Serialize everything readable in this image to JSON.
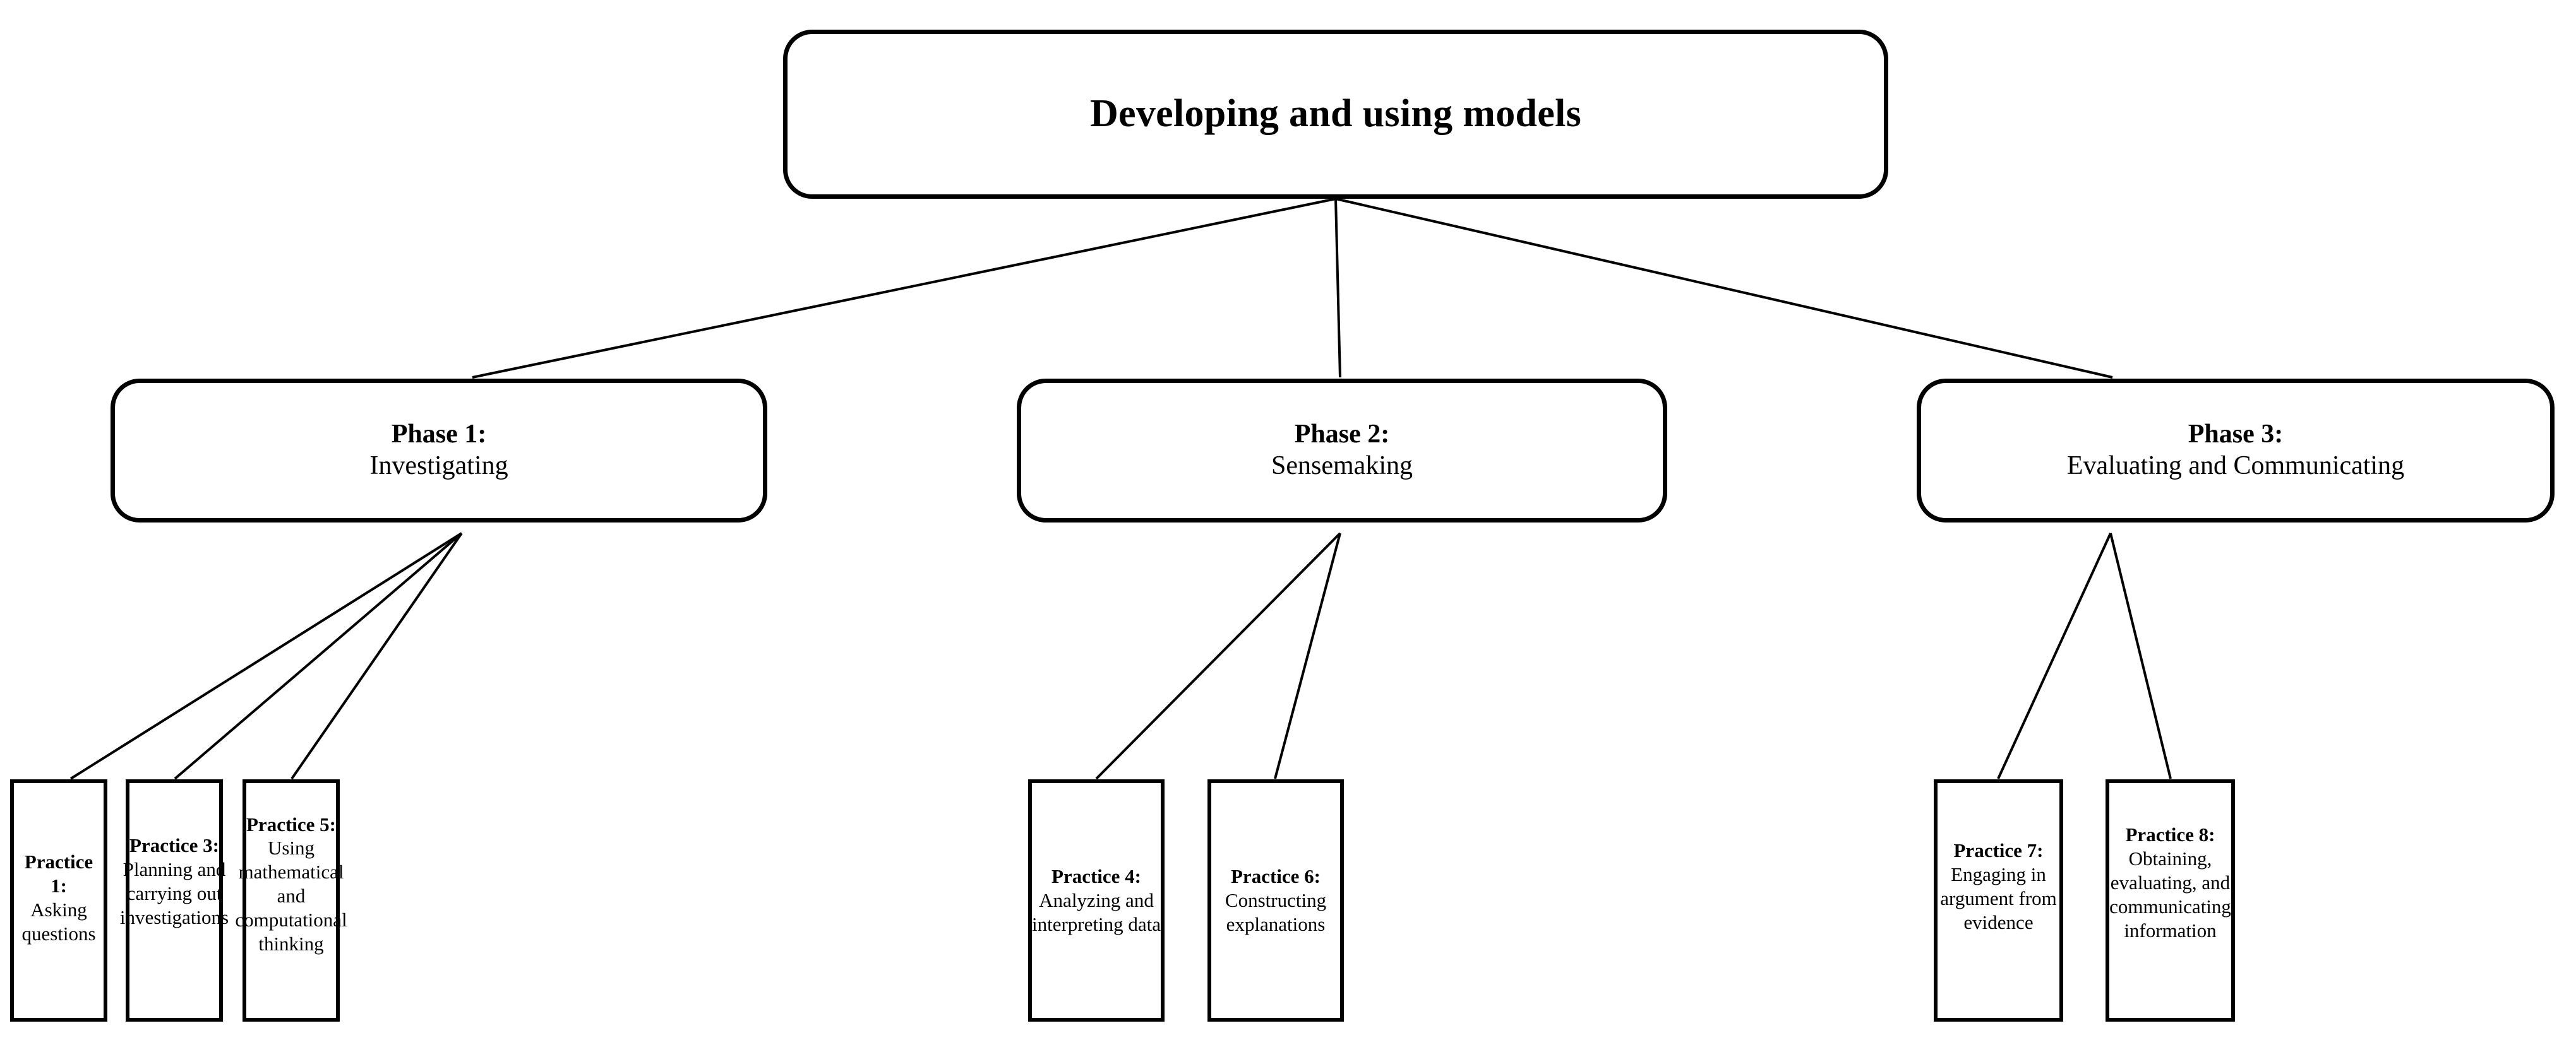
{
  "diagram": {
    "root": {
      "label": "Developing and using models"
    },
    "phases": [
      {
        "title": "Phase 1:",
        "subtitle": "Investigating"
      },
      {
        "title": "Phase 2:",
        "subtitle": "Sensemaking"
      },
      {
        "title": "Phase 3:",
        "subtitle": "Evaluating and Communicating"
      }
    ],
    "practices": [
      {
        "title": "Practice 1:",
        "lines": [
          "Asking",
          "questions"
        ]
      },
      {
        "title": "Practice 3:",
        "lines": [
          "Planning and",
          "carrying out",
          "investigations"
        ]
      },
      {
        "title": "Practice 5:",
        "lines": [
          "Using",
          "mathematical",
          "and",
          "computational",
          "thinking"
        ]
      },
      {
        "title": "Practice 4:",
        "lines": [
          "Analyzing and",
          "interpreting data"
        ]
      },
      {
        "title": "Practice 6:",
        "lines": [
          "Constructing",
          "explanations"
        ]
      },
      {
        "title": "Practice 7:",
        "lines": [
          "Engaging in",
          "argument from",
          "evidence"
        ]
      },
      {
        "title": "Practice 8:",
        "lines": [
          "Obtaining,",
          "evaluating, and",
          "communicating",
          "information"
        ]
      }
    ],
    "colors": {
      "line": "#000000",
      "fill": "#ffffff",
      "text": "#000000"
    }
  }
}
